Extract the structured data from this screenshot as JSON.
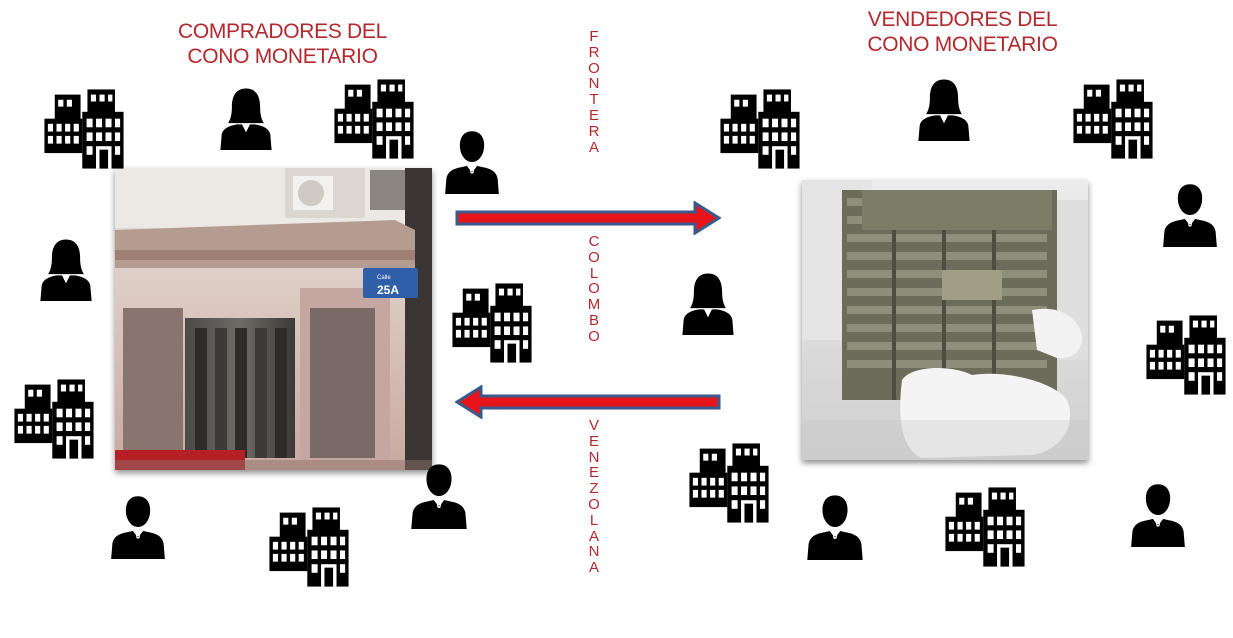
{
  "buyers": {
    "title_line1": "COMPRADORES DEL",
    "title_line2": "CONO MONETARIO"
  },
  "sellers": {
    "title_line1": "VENDEDORES DEL",
    "title_line2": "CONO MONETARIO"
  },
  "border": {
    "word1": [
      "F",
      "R",
      "O",
      "N",
      "T",
      "E",
      "R",
      "A"
    ],
    "word2": [
      "C",
      "O",
      "L",
      "O",
      "M",
      "B",
      "O"
    ],
    "word3": [
      "V",
      "E",
      "N",
      "E",
      "Z",
      "O",
      "L",
      "A",
      "N",
      "A"
    ]
  },
  "street_sign": {
    "small": "Calle",
    "number": "25A"
  },
  "colors": {
    "label_red": "#b2282d",
    "arrow_red": "#e8141c",
    "arrow_outline": "#3b5a8c",
    "icon": "#000000"
  }
}
